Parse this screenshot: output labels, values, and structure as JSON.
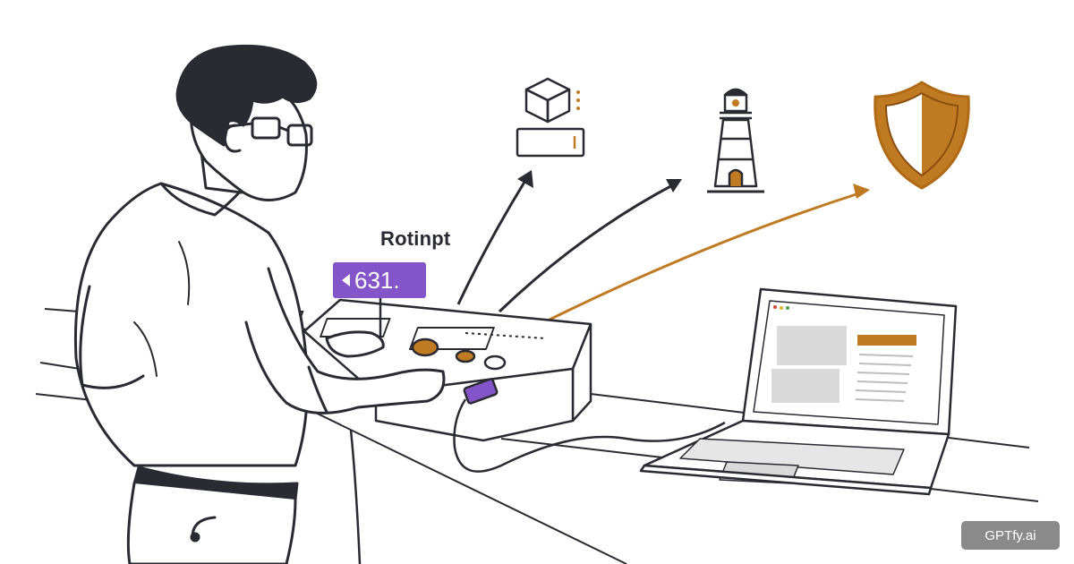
{
  "label": {
    "text": "Rotinpt"
  },
  "badge": {
    "value": "631."
  },
  "watermark": {
    "text": "GPTfy.ai"
  },
  "icons": [
    "box-storage-icon",
    "lighthouse-icon",
    "shield-icon"
  ],
  "colors": {
    "ink": "#2a2a33",
    "accent_orange": "#c07a22",
    "accent_purple": "#8455c9",
    "screen_gray": "#d9d9d9"
  }
}
